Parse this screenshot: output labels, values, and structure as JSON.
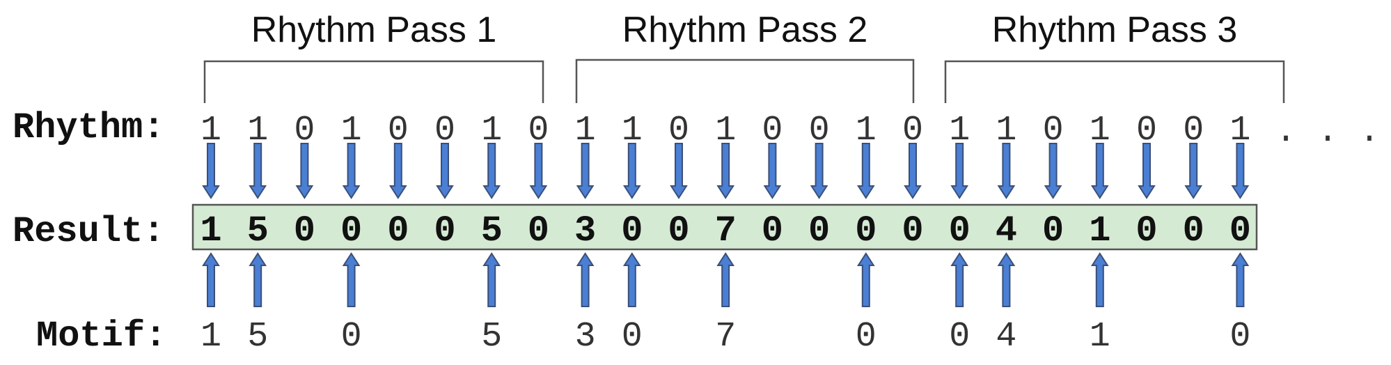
{
  "passes": [
    "Rhythm Pass 1",
    "Rhythm Pass 2",
    "Rhythm Pass 3"
  ],
  "labels": {
    "rhythm": "Rhythm:",
    "result": "Result:",
    "motif": "Motif:"
  },
  "rhythm": [
    "1",
    "1",
    "0",
    "1",
    "0",
    "0",
    "1",
    "0",
    "1",
    "1",
    "0",
    "1",
    "0",
    "0",
    "1",
    "0",
    "1",
    "1",
    "0",
    "1",
    "0",
    "0",
    "1"
  ],
  "ellipsis": ". . .",
  "result": [
    "1",
    "5",
    "0",
    "0",
    "0",
    "0",
    "5",
    "0",
    "3",
    "0",
    "0",
    "7",
    "0",
    "0",
    "0",
    "0",
    "0",
    "4",
    "0",
    "1",
    "0",
    "0",
    "0"
  ],
  "motif": [
    "1",
    "5",
    "",
    "0",
    "",
    "",
    "5",
    "",
    "3",
    "0",
    "",
    "7",
    "",
    "",
    "0",
    "",
    "0",
    "4",
    "",
    "1",
    "",
    "",
    "0"
  ],
  "colors": {
    "arrow": "#4a7fd4",
    "result_fill": "#d5ead3"
  }
}
